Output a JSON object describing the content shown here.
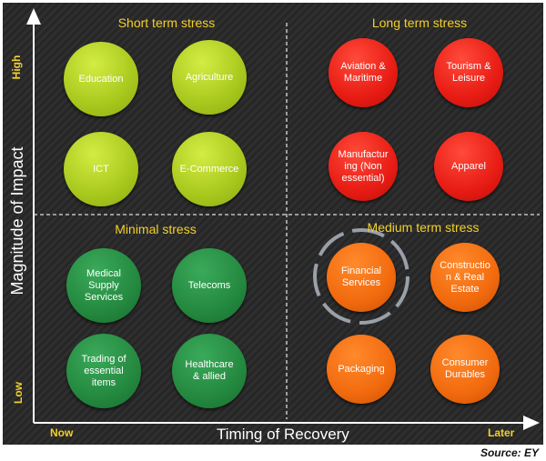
{
  "axes": {
    "y_title": "Magnitude of Impact",
    "y_high": "High",
    "y_low": "Low",
    "x_title": "Timing of Recovery",
    "x_start": "Now",
    "x_end": "Later"
  },
  "quadrants": {
    "short_term": {
      "title": "Short term stress",
      "items": [
        "Education",
        "Agriculture",
        "ICT",
        "E-Commerce"
      ]
    },
    "long_term": {
      "title": "Long term stress",
      "items": [
        "Aviation &\nMaritime",
        "Tourism &\nLeisure",
        "Manufactur\ning (Non\nessential)",
        "Apparel"
      ]
    },
    "minimal": {
      "title": "Minimal stress",
      "items": [
        "Medical\nSupply\nServices",
        "Telecoms",
        "Trading of\nessential\nitems",
        "Healthcare\n& allied"
      ]
    },
    "medium_term": {
      "title": "Medium term stress",
      "items": [
        "Financial\nServices",
        "Constructio\nn & Real\nEstate",
        "Packaging",
        "Consumer\nDurables"
      ]
    }
  },
  "colors": {
    "background": "#2b2b2b",
    "title_yellow": "#f2d02a",
    "short_term": "#a8c81d",
    "long_term": "#e81c14",
    "minimal": "#24893f",
    "medium_term": "#f26a0e"
  },
  "source": "Source: EY"
}
